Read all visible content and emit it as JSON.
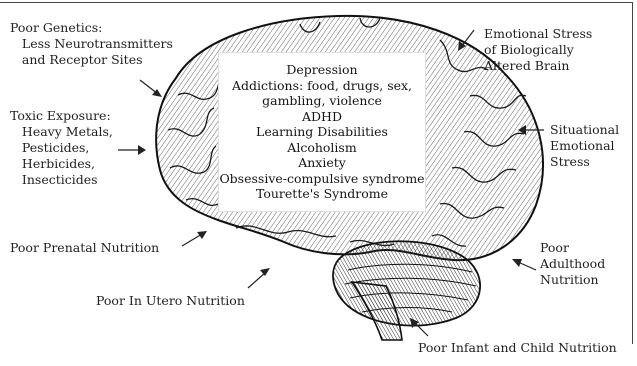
{
  "factors": {
    "poor_genetics": "Poor Genetics:\n   Less Neurotransmitters\n   and Receptor Sites",
    "toxic_exposure": "Toxic Exposure:\n   Heavy Metals,\n   Pesticides,\n   Herbicides,\n   Insecticides",
    "prenatal": "Poor Prenatal Nutrition",
    "in_utero": "Poor In Utero Nutrition",
    "infant_child": "Poor Infant and Child Nutrition",
    "adulthood": "Poor\nAdulthood\nNutrition",
    "situational": "Situational\nEmotional\nStress",
    "emotional_biological": "Emotional Stress\nof Biologically\nAltered Brain"
  },
  "conditions": [
    "Depression",
    "Addictions: food, drugs, sex,",
    "gambling, violence",
    "ADHD",
    "Learning Disabilities",
    "Alcoholism",
    "Anxiety",
    "Obsessive-compulsive syndrome",
    "Tourette's Syndrome"
  ]
}
